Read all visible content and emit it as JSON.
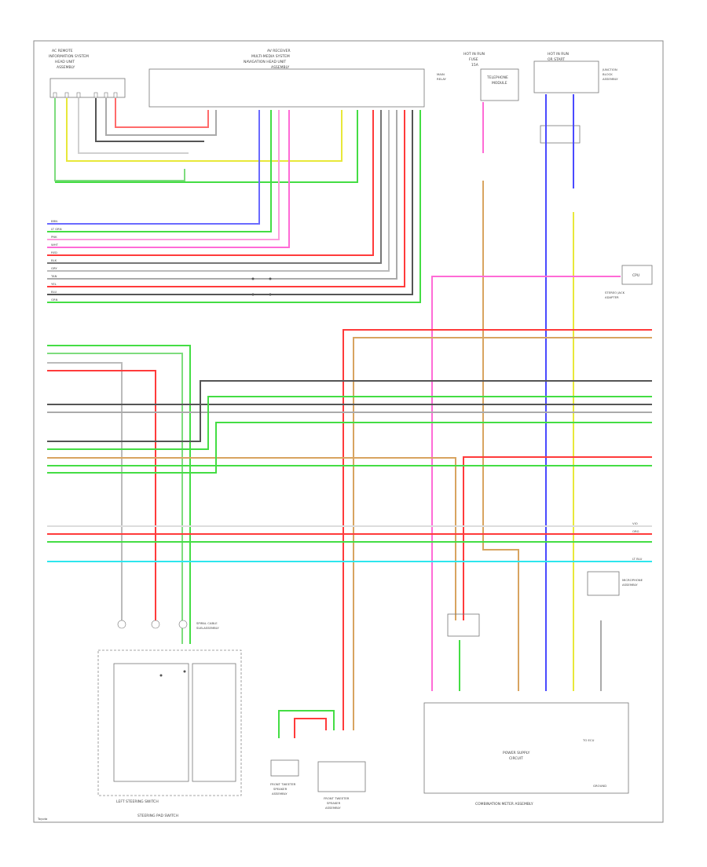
{
  "components": {
    "ac_control_top_left": [
      "AC REMOTE",
      "INFORMATION SYSTEM",
      "HEAD UNIT",
      "ASSEMBLY"
    ],
    "radio_receiver": [
      "AV RECEIVER",
      "MULTI-MEDIA SYSTEM",
      "NAVIGATION HEAD UNIT",
      "ASSEMBLY"
    ],
    "fuse_left": [
      "HOT IN RUN",
      "FUSE",
      "15A"
    ],
    "fuse_right": [
      "HOT IN RUN",
      "OR START"
    ],
    "telephone_module": [
      "TELEPHONE",
      "MODULE"
    ],
    "main_relay": [
      "MAIN",
      "RELAY"
    ],
    "junction_block": [
      "JUNCTION",
      "BLOCK",
      "ASSEMBLY"
    ],
    "steering_pad_switch": [
      "STEERING PAD SWITCH"
    ],
    "left_steering_switch": [
      "LEFT STEERING SWITCH"
    ],
    "spiral_cable": [
      "SPIRAL CABLE",
      "SUB-ASSEMBLY"
    ],
    "front_tweeter_left": [
      "FRONT TWEETER",
      "SPEAKER",
      "ASSEMBLY"
    ],
    "front_tweeter_right": [
      "FRONT TWEETER",
      "SPEAKER",
      "ASSEMBLY"
    ],
    "combination_meter": [
      "COMBINATION METER ASSEMBLY"
    ],
    "power_supply": [
      "POWER SUPPLY",
      "CIRCUIT"
    ],
    "stereo_jack": [
      "STEREO JACK",
      "ADAPTER"
    ],
    "microphone": [
      "MICROPHONE",
      "ASSEMBLY"
    ],
    "cpu": [
      "CPU"
    ],
    "to_ecu": [
      "TO ECU"
    ],
    "ground": [
      "GROUND"
    ],
    "page_id": "Toyota"
  },
  "wire_labels": [
    "BRN",
    "LT GRN",
    "PNK",
    "WHT",
    "RED",
    "BLK",
    "GRY",
    "TAN",
    "YEL",
    "BLU",
    "GRN",
    "VIO",
    "ORG",
    "LT BLU"
  ],
  "wire_colors": {
    "red": "#ff3b3b",
    "green": "#44dd44",
    "pink": "#ff6bd6",
    "blue": "#4a4aff",
    "yellow": "#e8e83a",
    "tan": "#d8a460",
    "black": "#555555",
    "gray": "#9a9a9a",
    "cyan": "#2ee6ee",
    "lightgreen": "#7ddc7d"
  }
}
